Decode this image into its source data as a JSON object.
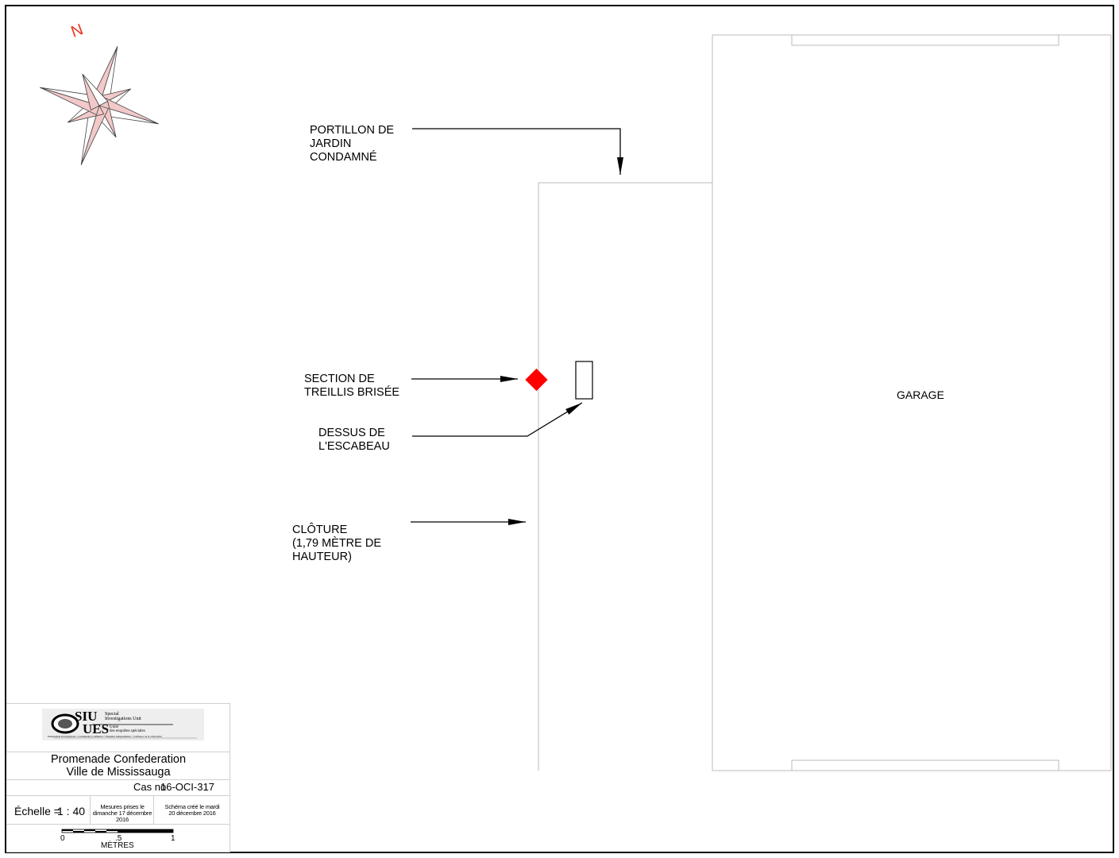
{
  "north": {
    "letter": "N",
    "color": "#e8341c",
    "fill": "#f2c8c8"
  },
  "labels": {
    "portillon": "PORTILLON DE\nJARDIN\nCONDAMNÉ",
    "section": "SECTION DE\nTREILLIS BRISÉE",
    "dessus": "DESSUS DE\nL'ESCABEAU",
    "cloture": "CLÔTURE\n(1,79 MÈTRE DE\nHAUTEUR)",
    "garage": "GARAGE"
  },
  "marker_color": "#ff0000",
  "title_block": {
    "logo": {
      "siu": "SIU",
      "ues": "UES",
      "en_line1": "Special",
      "en_line2": "Investigations Unit",
      "fr_line1": "Unité",
      "fr_line2": "des enquêtes spéciales",
      "tagline": "Independent Investigations • Community Confidence • Enquêtes indépendantes • Confiance de la collectivité"
    },
    "location_line1": "Promenade Confederation",
    "location_line2": "Ville de Mississauga",
    "case_label": "Cas no",
    "case_number": "16-OCI-317",
    "scale_label": "Échelle =",
    "scale_value": "1 : 40",
    "measured": "Mesures prises le\ndimanche 17 décembre 2016",
    "created": "Schéma créé le mardi\n20 décembre 2016",
    "scale_ticks": [
      "0",
      ".5",
      "1"
    ],
    "scale_unit": "MÈTRES"
  }
}
